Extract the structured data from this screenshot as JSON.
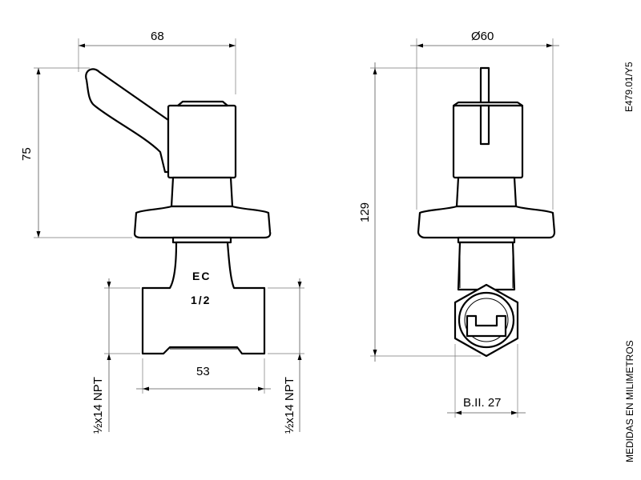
{
  "front_view": {
    "width_dim": "68",
    "height_dim": "75",
    "marking_top": "EC",
    "marking_bottom": "1/2",
    "base_width_dim": "53",
    "thread_left": "½x14 NPT",
    "thread_right": "½x14 NPT"
  },
  "side_view": {
    "diameter_dim": "Ø60",
    "total_height_dim": "129",
    "hex_dim": "B.II. 27"
  },
  "notes": {
    "drawing_code": "E479.01/Y5",
    "units_note": "MEDIDAS EN MILIMETROS"
  },
  "colors": {
    "line": "#000000",
    "background": "#ffffff"
  }
}
